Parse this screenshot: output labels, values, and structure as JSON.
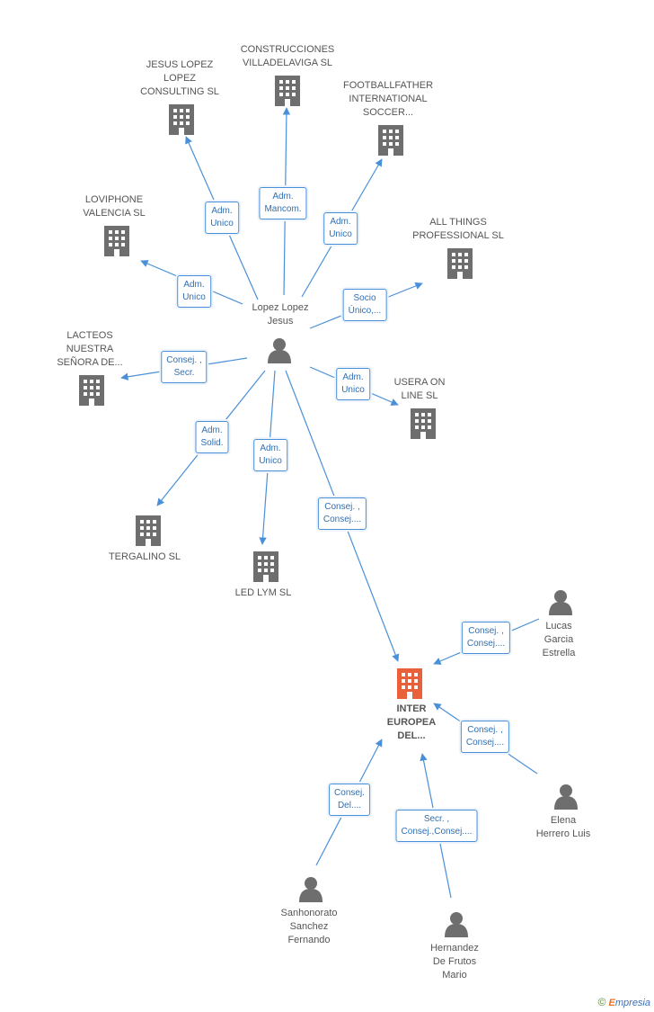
{
  "colors": {
    "edge": "#4a90d9",
    "building": "#6e6e6e",
    "focus_building": "#e8613a",
    "person": "#6e6e6e"
  },
  "nodes": {
    "center_person": {
      "label": "Lopez Lopez\nJesus"
    },
    "jesus_consulting": {
      "label": "JESUS LOPEZ\nLOPEZ\nCONSULTING SL"
    },
    "construcciones": {
      "label": "CONSTRUCCIONES\nVILLADELAVIGA SL"
    },
    "footballfather": {
      "label": "FOOTBALLFATHER\nINTERNATIONAL\nSOCCER..."
    },
    "loviphone": {
      "label": "LOVIPHONE\nVALENCIA SL"
    },
    "all_things": {
      "label": "ALL THINGS\nPROFESSIONAL SL"
    },
    "lacteos": {
      "label": "LACTEOS\nNUESTRA\nSEÑORA DE..."
    },
    "usera": {
      "label": "USERA ON\nLINE SL"
    },
    "tergalino": {
      "label": "TERGALINO SL"
    },
    "led_lym": {
      "label": "LED LYM  SL"
    },
    "inter_europea": {
      "label": "INTER\nEUROPEA\nDEL..."
    },
    "lucas": {
      "label": "Lucas\nGarcia\nEstrella"
    },
    "elena": {
      "label": "Elena\nHerrero Luis"
    },
    "sanhonorato": {
      "label": "Sanhonorato\nSanchez\nFernando"
    },
    "hernandez": {
      "label": "Hernandez\nDe Frutos\nMario"
    }
  },
  "edges": {
    "e_jesus_consulting": "Adm.\nUnico",
    "e_construcciones": "Adm.\nMancom.",
    "e_footballfather": "Adm.\nUnico",
    "e_loviphone": "Adm.\nUnico",
    "e_all_things": "Socio\nÚnico,...",
    "e_lacteos": "Consej. ,\nSecr.",
    "e_usera": "Adm.\nUnico",
    "e_tergalino": "Adm.\nSolid.",
    "e_led_lym": "Adm.\nUnico",
    "e_inter_center": "Consej. ,\nConsej....",
    "e_lucas": "Consej. ,\nConsej....",
    "e_elena": "Consej. ,\nConsej....",
    "e_sanhonorato": "Consej.\nDel....",
    "e_hernandez": "Secr. ,\nConsej.,Consej...."
  },
  "footer": {
    "copyright": "©",
    "brand_first": "E",
    "brand_rest": "mpresia"
  }
}
